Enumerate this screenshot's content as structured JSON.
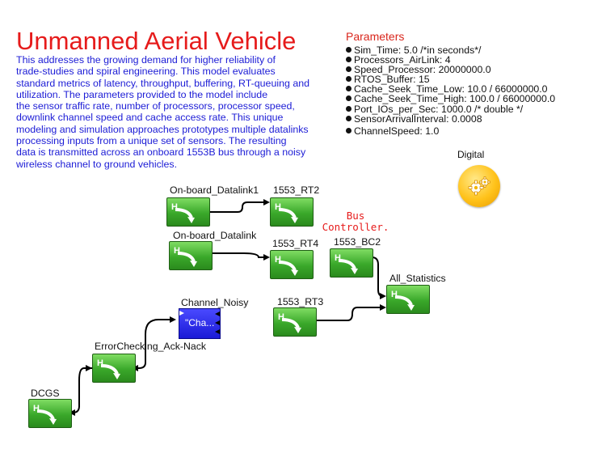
{
  "header": {
    "title": "Unmanned Aerial Vehicle",
    "description": [
      "This addresses the growing demand for higher reliability of",
      "trade-studies and spiral engineering.  This model evaluates",
      "standard metrics of latency, throughput, buffering, RT-queuing and",
      "utilization.  The parameters provided to the model include",
      "the sensor traffic rate, number of processors, processor speed,",
      "downlink channel speed and cache access rate.  This unique",
      "modeling and simulation approaches prototypes multiple datalinks",
      "processing inputs from a unique set of sensors.  The resulting",
      "data is transmitted across an onboard 1553B bus through a noisy",
      "wireless channel to ground vehicles."
    ]
  },
  "parameters": {
    "title": "Parameters",
    "items": [
      "Sim_Time: 5.0 /*in seconds*/",
      "Processors_AirLink: 4",
      "Speed_Processor: 20000000.0",
      "RTOS_Buffer: 15",
      "Cache_Seek_Time_Low: 10.0 / 66000000.0",
      "Cache_Seek_Time_High: 100.0 / 66000000.0",
      "Port_IOs_per_Sec: 1000.0 /* double */",
      "SensorArrivalInterval: 0.0008",
      "ChannelSpeed: 1.0"
    ]
  },
  "director": {
    "label": "Digital",
    "icon": "gears-icon"
  },
  "annotation": {
    "line1": "Bus",
    "line2": "Controller."
  },
  "nodes": {
    "datalink1": "On-board_Datalink1",
    "datalink": "On-board_Datalink",
    "rt2": "1553_RT2",
    "rt4": "1553_RT4",
    "bc2": "1553_BC2",
    "stats": "All_Statistics",
    "rt3": "1553_RT3",
    "channel": "Channel_Noisy",
    "channel_text": "\"Cha...",
    "errcheck": "ErrorChecking_Ack-Nack",
    "dcgs": "DCGS"
  },
  "colors": {
    "title": "#e61b1b",
    "description": "#1c1cd6",
    "block": "#3aa82a",
    "channel_block": "#2020e0"
  }
}
